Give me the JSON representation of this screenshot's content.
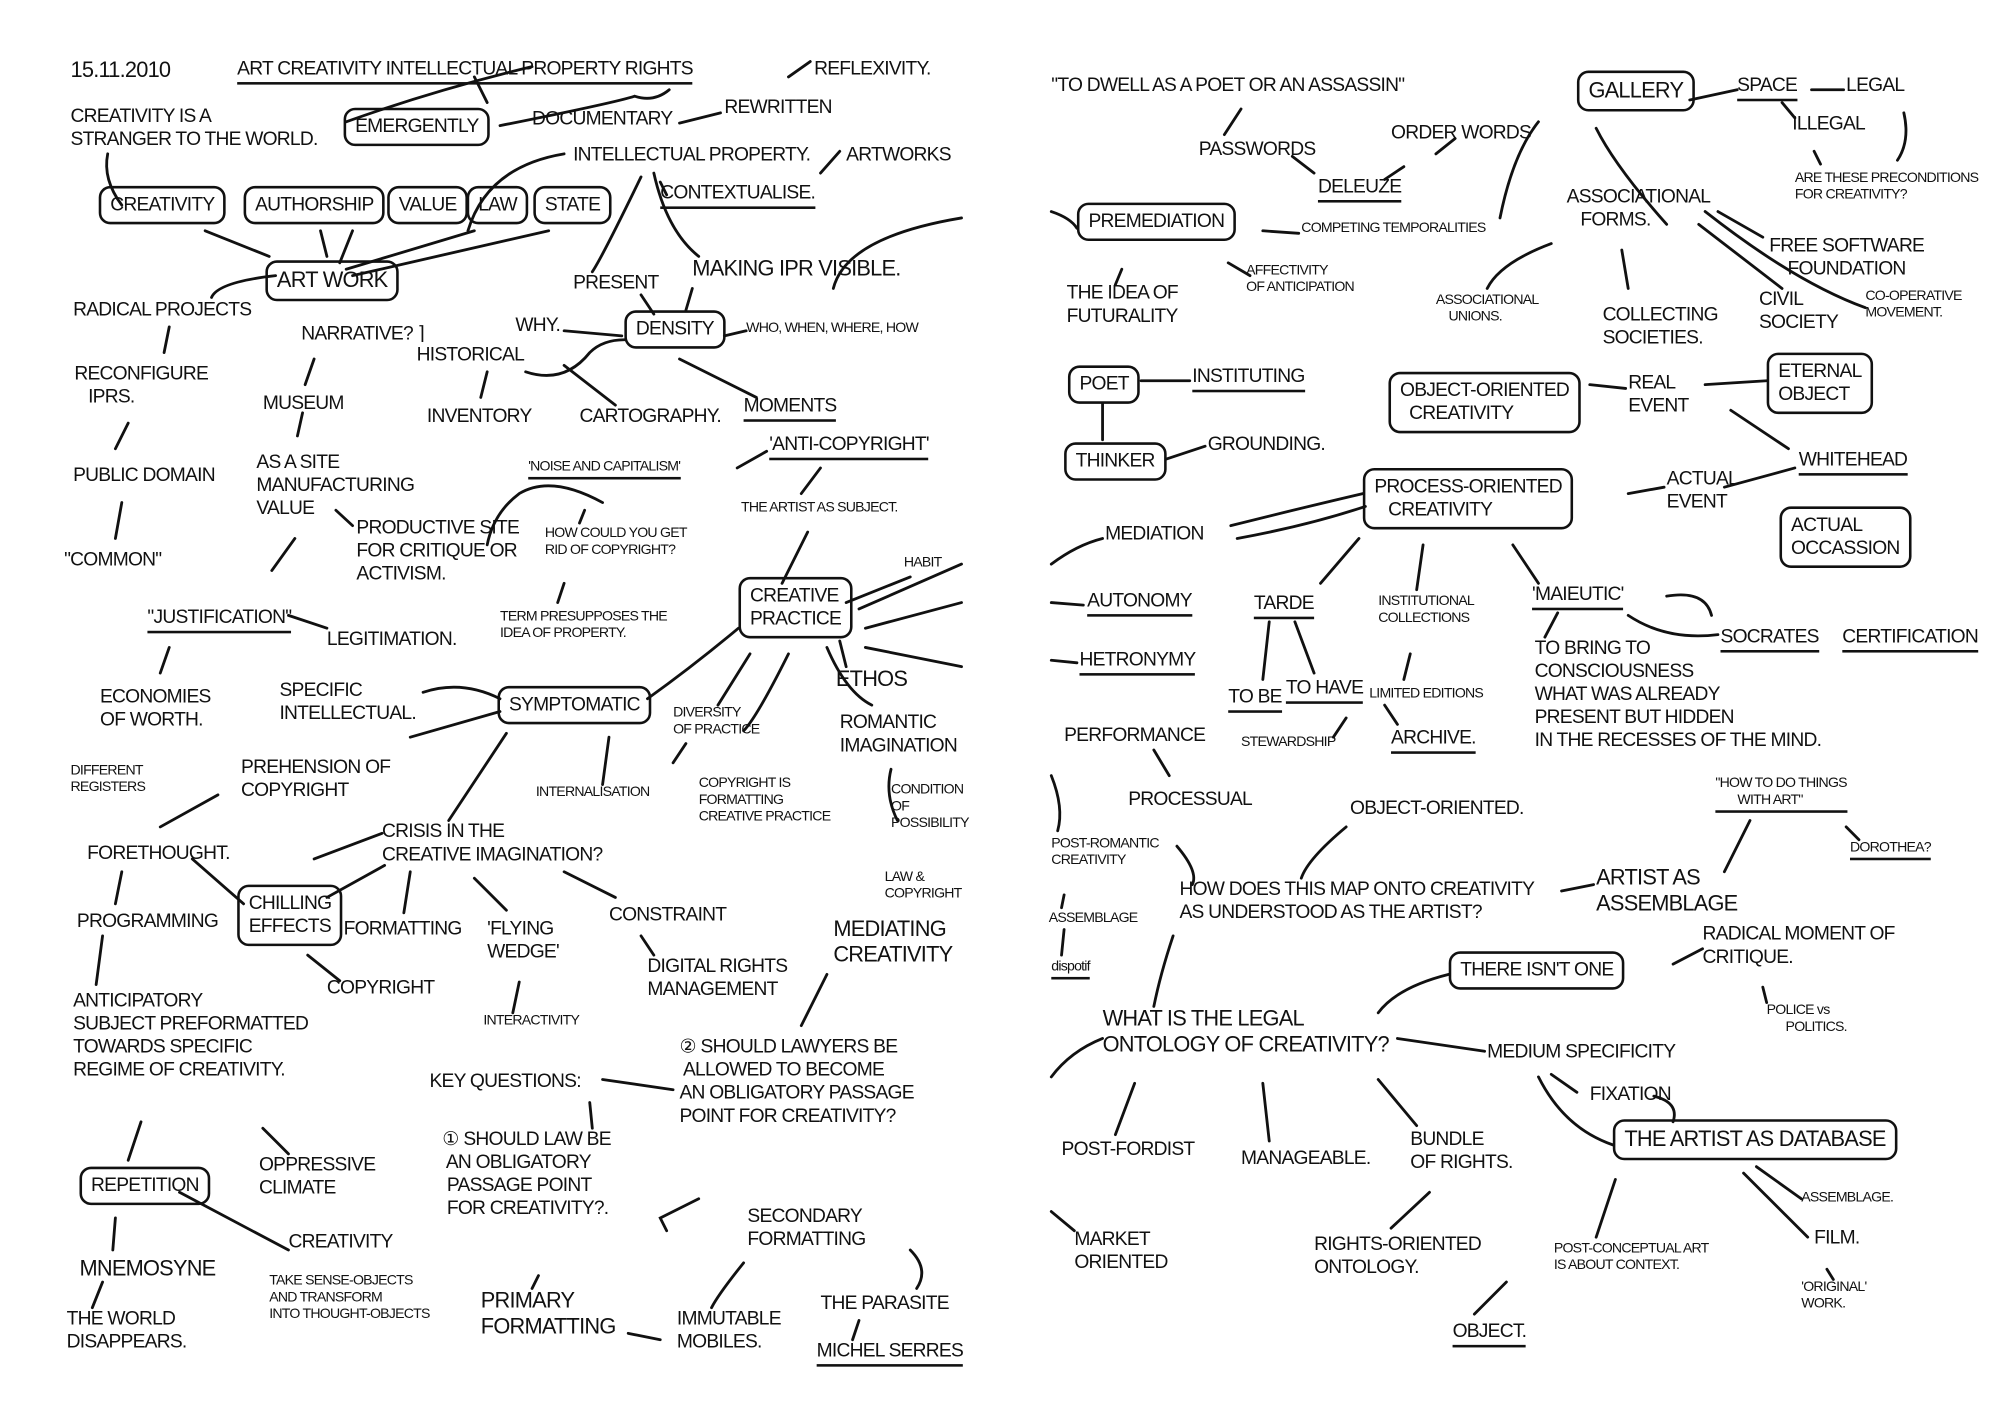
{
  "left_page": {
    "date": "15.11.2010",
    "title": "ART CREATIVITY INTELLECTUAL PROPERTY RIGHTS",
    "reflexivity": "REFLEXIVITY.",
    "emergently": "EMERGENTLY",
    "documentary": "DOCUMENTARY",
    "rewritten": "REWRITTEN",
    "creativity_stranger": "CREATIVITY IS A\nSTRANGER TO THE WORLD.",
    "intellectual_property": "INTELLECTUAL PROPERTY.",
    "artworks": "ARTWORKS",
    "contextualise": "CONTEXTUALISE.",
    "creativity": "CREATIVITY",
    "authorship": "AUTHORSHIP",
    "value": "VALUE",
    "law": "LAW",
    "state": "STATE",
    "artwork": "ART WORK",
    "present": "PRESENT",
    "making_ipr": "MAKING IPR VISIBLE.",
    "radical": "RADICAL PROJECTS",
    "narrative": "NARRATIVE? ⌉",
    "why": "WHY.",
    "density": "DENSITY",
    "who": "WHO, WHEN, WHERE, HOW",
    "historical": "HISTORICAL",
    "reconfigure": "RECONFIGURE\n   IPRS.",
    "museum": "MUSEUM",
    "inventory": "INVENTORY",
    "cartography": "CARTOGRAPHY.",
    "moments": "MOMENTS",
    "public_domain": "PUBLIC DOMAIN",
    "as_a_site": "AS A SITE\nMANUFACTURING\nVALUE",
    "noise": "'NOISE AND CAPITALISM'",
    "anti_copyright": "'ANTI-COPYRIGHT'",
    "artist_subject": "THE ARTIST AS SUBJECT.",
    "productive": "PRODUCTIVE SITE\nFOR CRITIQUE OR\nACTIVISM.",
    "how_could": "HOW COULD YOU GET\nRID OF COPYRIGHT?",
    "common": "\"COMMON\"",
    "habit": "HABIT",
    "creative_practice": "CREATIVE\nPRACTICE",
    "justification": "\"JUSTIFICATION\"",
    "legitimation": "LEGITIMATION.",
    "term": "TERM PRESUPPOSES THE\nIDEA OF PROPERTY.",
    "ethos": "ETHOS",
    "economies": "ECONOMIES\nOF WORTH.",
    "specific": "SPECIFIC\nINTELLECTUAL.",
    "symptomatic": "SYMPTOMATIC",
    "diversity": "DIVERSITY\nOF PRACTICE",
    "romantic": "ROMANTIC\nIMAGINATION",
    "different": "DIFFERENT\nREGISTERS",
    "prehension": "PREHENSION OF\nCOPYRIGHT",
    "internalisation": "INTERNALISATION",
    "copyright_is": "COPYRIGHT IS\nFORMATTING\nCREATIVE PRACTICE",
    "condition": "CONDITION\nOF\nPOSSIBILITY",
    "crisis": "CRISIS IN THE\nCREATIVE IMAGINATION?",
    "forethought": "FORETHOUGHT.",
    "law_copyright": "LAW &\nCOPYRIGHT",
    "chilling": "CHILLING\nEFFECTS",
    "programming": "PROGRAMMING",
    "formatting": "FORMATTING",
    "flying": "'FLYING\nWEDGE'",
    "constraint": "CONSTRAINT",
    "mediating": "MEDIATING\nCREATIVITY",
    "anticipatory": "ANTICIPATORY\nSUBJECT PREFORMATTED\nTOWARDS SPECIFIC\nREGIME OF CREATIVITY.",
    "copyright2": "COPYRIGHT",
    "drm": "DIGITAL RIGHTS\nMANAGEMENT",
    "interactivity": "INTERACTIVITY",
    "q2": "② SHOULD LAWYERS BE\n ALLOWED TO BECOME\nAN OBLIGATORY PASSAGE\nPOINT FOR CREATIVITY?",
    "key_questions": "KEY QUESTIONS:",
    "q1": "① SHOULD LAW BE\n AN OBLIGATORY\n PASSAGE POINT\n FOR CREATIVITY?.",
    "oppressive": "OPPRESSIVE\nCLIMATE",
    "repetition": "REPETITION",
    "secondary": "SECONDARY\nFORMATTING",
    "creativity3": "CREATIVITY",
    "mnemosyne": "MNEMOSYNE",
    "take": "TAKE SENSE-OBJECTS\nAND TRANSFORM\nINTO THOUGHT-OBJECTS",
    "primary": "PRIMARY\nFORMATTING",
    "the_parasite": "THE PARASITE",
    "the_world": "THE WORLD\nDISAPPEARS.",
    "immutable": "IMMUTABLE\nMOBILES.",
    "michel": "MICHEL SERRES"
  },
  "right_page": {
    "dwell": "\"TO DWELL AS A POET OR AN ASSASSIN\"",
    "gallery": "GALLERY",
    "space": "SPACE",
    "legal": "LEGAL",
    "illegal": "ILLEGAL",
    "passwords": "PASSWORDS",
    "order_words": "ORDER WORDS",
    "are_these": "ARE THESE PRECONDITIONS\nFOR CREATIVITY?",
    "deleuze": "DELEUZE",
    "associational_forms": "ASSOCIATIONAL\n   FORMS.",
    "premediation": "PREMEDIATION",
    "competing": "COMPETING TEMPORALITIES",
    "free_software": "FREE SOFTWARE\n    FOUNDATION",
    "idea_futurality": "THE IDEA OF\nFUTURALITY",
    "affectivity": "AFFECTIVITY\nOF ANTICIPATION",
    "associational_unions": "ASSOCIATIONAL\n    UNIONS.",
    "collecting": "COLLECTING\nSOCIETIES.",
    "civil": "CIVIL\nSOCIETY",
    "cooperative": "CO-OPERATIVE\nMOVEMENT.",
    "poet": "POET",
    "instituting": "INSTITUTING",
    "eternal": "ETERNAL\nOBJECT",
    "ooc": "OBJECT-ORIENTED\n  CREATIVITY",
    "real_event": "REAL\nEVENT",
    "thinker": "THINKER",
    "grounding": "GROUNDING.",
    "whitehead": "WHITEHEAD",
    "poc": "PROCESS-ORIENTED\n   CREATIVITY",
    "actual_event": "ACTUAL\nEVENT",
    "actual_occasion": "ACTUAL\nOCCASSION",
    "mediation": "MEDIATION",
    "autonomy": "AUTONOMY",
    "tarde": "TARDE",
    "institutional": "INSTITUTIONAL\nCOLLECTIONS",
    "maieutic": "'MAIEUTIC'",
    "socrates": "SOCRATES",
    "certification": "CERTIFICATION",
    "to_bring": "TO BRING TO\nCONSCIOUSNESS\nWHAT WAS ALREADY\nPRESENT BUT HIDDEN\nIN THE RECESSES OF THE MIND.",
    "hetronymy": "HETRONYMY",
    "to_be": "TO BE",
    "to_have": "TO HAVE",
    "limited": "LIMITED EDITIONS",
    "performance": "PERFORMANCE",
    "stewardship": "STEWARDSHIP",
    "archive": "ARCHIVE.",
    "how_to_do": "\"HOW TO DO THINGS\n       WITH ART\"",
    "processual": "PROCESSUAL",
    "object_oriented2": "OBJECT-ORIENTED.",
    "dorothea": "DOROTHEA?",
    "post_romantic": "POST-ROMANTIC\nCREATIVITY",
    "how_does": "HOW DOES THIS MAP ONTO CREATIVITY\nAS UNDERSTOOD AS THE ARTIST?",
    "artist_assemblage": "ARTIST AS\nASSEMBLAGE",
    "assemblage1": "ASSEMBLAGE",
    "radical_moment": "RADICAL MOMENT OF\nCRITIQUE.",
    "dispotif": "dispotif",
    "there_isnt": "THERE ISN'T ONE",
    "police": "POLICE vs\n      POLITICS.",
    "what_is": "WHAT IS THE LEGAL\nONTOLOGY OF CREATIVITY?",
    "medium": "MEDIUM SPECIFICITY",
    "fixation": "FIXATION",
    "artist_database": "THE ARTIST AS DATABASE",
    "post_fordist": "POST-FORDIST",
    "manageable": "MANAGEABLE.",
    "bundle": "BUNDLE\nOF RIGHTS.",
    "assemblage2": "ASSEMBLAGE.",
    "market": "MARKET\nORIENTED",
    "film": "FILM.",
    "rights_oriented": "RIGHTS-ORIENTED\nONTOLOGY.",
    "post_conceptual": "POST-CONCEPTUAL ART\nIS ABOUT CONTEXT.",
    "original": "'ORIGINAL'\nWORK.",
    "object": "OBJECT."
  }
}
